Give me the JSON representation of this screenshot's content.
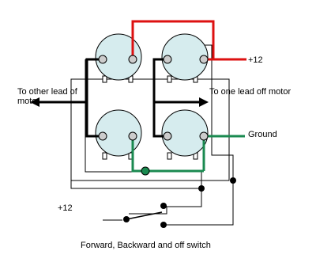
{
  "labels": {
    "left_lead_line1": "To other lead of",
    "left_lead_line2": "motor",
    "right_lead": "To one lead off motor",
    "power_top": "+12",
    "ground": "Ground",
    "power_switch": "+12",
    "caption": "Forward, Backward and off switch"
  },
  "colors": {
    "positive_wire": "#dd1111",
    "ground_wire": "#1a8a50",
    "solenoid_fill": "#d6ecee",
    "terminal_fill": "#cccccc",
    "wire": "#000000"
  }
}
